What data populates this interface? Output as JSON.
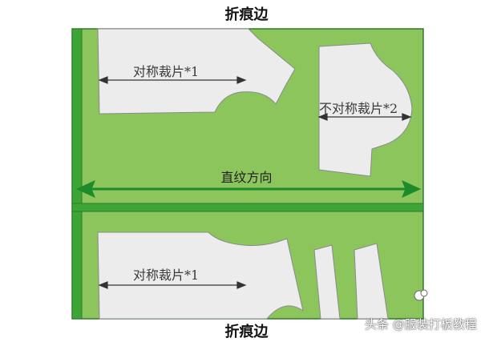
{
  "fold_edge_top": "折痕边",
  "fold_edge_bottom": "折痕边",
  "grain_line_label": "直纹方向",
  "pieces": {
    "top_left": "对称裁片*1",
    "top_right": "不对称裁片*2",
    "bottom_left": "对称裁片*1"
  },
  "watermark": "头条 @服装打板教程",
  "colors": {
    "board": "#8cc55c",
    "fold_strip": "#3ca535",
    "arrow": "#1d8b2a",
    "piece": "#ececec",
    "outline": "#2f7a2a"
  }
}
